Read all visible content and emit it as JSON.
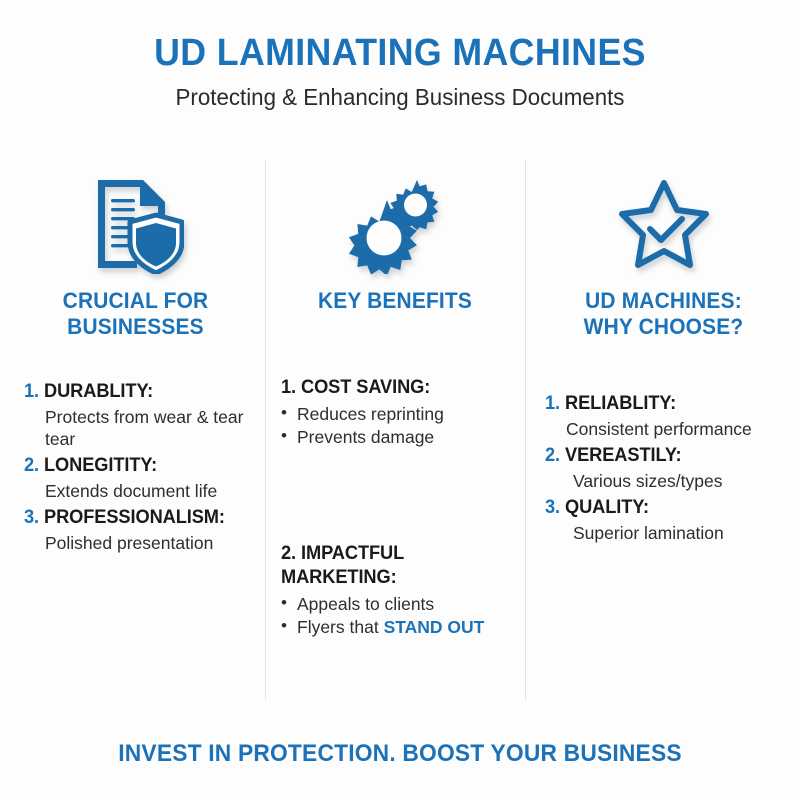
{
  "header": {
    "title": "UD LAMINATING MACHINES",
    "subtitle": "Protecting & Enhancing Business Documents"
  },
  "colors": {
    "brand_blue": "#1b72b8",
    "text_dark": "#1a1a1a",
    "body_text": "#2e2e2e",
    "divider": "#e2e2e2",
    "background": "#fdfdfd"
  },
  "columns": [
    {
      "id": "crucial-for-businesses",
      "icon": "document-shield-icon",
      "heading_line1": "CRUCIAL FOR",
      "heading_line2": "BUSINESSES",
      "items": [
        {
          "number": "1.",
          "number_color": "blue",
          "title": "DURABLITY:",
          "body": "Protects from wear & tear tear"
        },
        {
          "number": "2.",
          "number_color": "blue",
          "title": "LONEGITITY:",
          "body": "Extends document life"
        },
        {
          "number": "3.",
          "number_color": "blue",
          "title": "PROFESSIONALISM:",
          "body": "Polished presentation"
        }
      ]
    },
    {
      "id": "key-benefits",
      "icon": "gears-icon",
      "heading_line1": "KEY BENEFITS",
      "heading_line2": "",
      "items": [
        {
          "number": "1.",
          "number_color": "dark",
          "title": "COST SAVING:",
          "bullets": [
            {
              "text": "Reduces reprinting"
            },
            {
              "text": "Prevents damage"
            }
          ]
        },
        {
          "number": "2.",
          "number_color": "dark",
          "title": "IMPACTFUL MARKETING:",
          "bullets": [
            {
              "text": "Appeals to clients"
            },
            {
              "text": "Flyers that ",
              "highlight": "STAND OUT"
            }
          ]
        }
      ]
    },
    {
      "id": "ud-machines-why-choose",
      "icon": "star-check-icon",
      "heading_line1": "UD MACHINES:",
      "heading_line2": "WHY CHOOSE?",
      "items": [
        {
          "number": "1.",
          "number_color": "blue",
          "title": "RELIABLITY:",
          "body": "Consistent performance"
        },
        {
          "number": "2.",
          "number_color": "blue",
          "title": "VEREASTILY:",
          "body": "Various sizes/types"
        },
        {
          "number": "3.",
          "number_color": "blue",
          "title": "QUALITY:",
          "body": "Superior lamination"
        }
      ]
    }
  ],
  "footer": {
    "text": "INVEST IN PROTECTION. BOOST YOUR BUSINESS"
  }
}
